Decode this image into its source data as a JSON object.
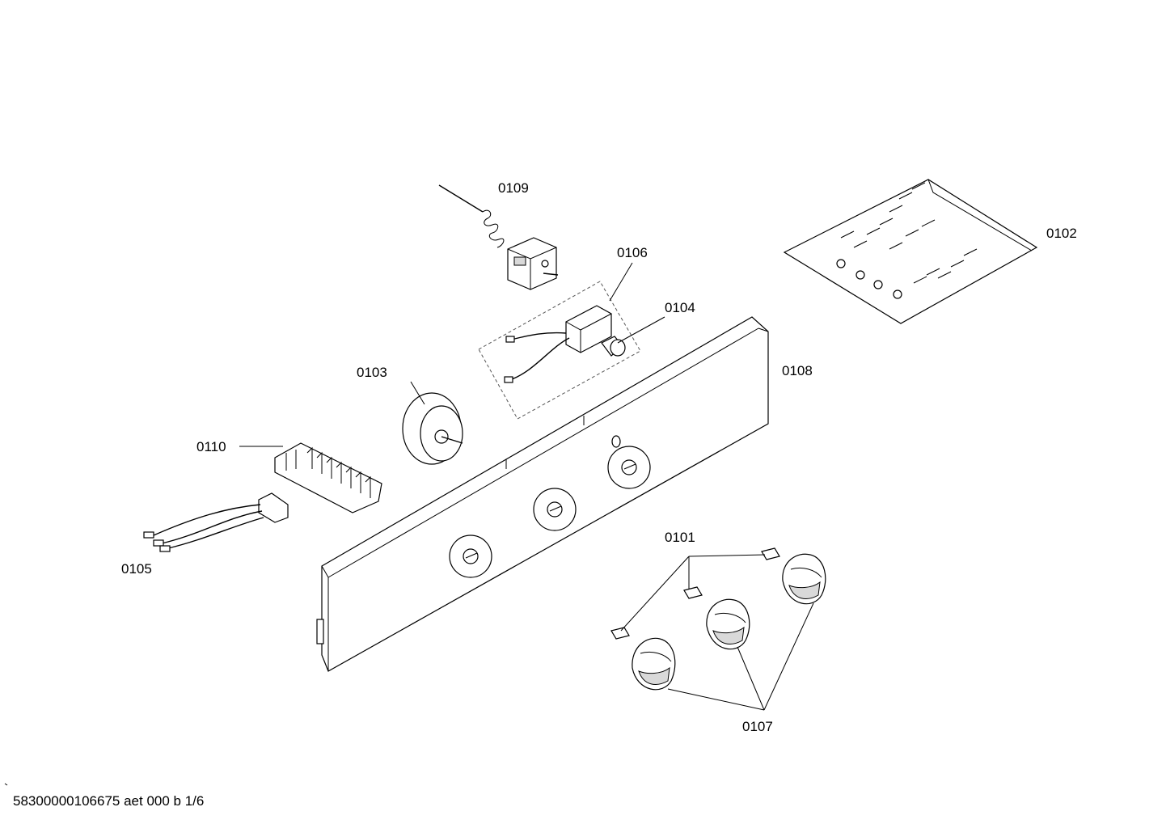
{
  "diagram": {
    "part_labels": {
      "p0101": "0101",
      "p0102": "0102",
      "p0103": "0103",
      "p0104": "0104",
      "p0105": "0105",
      "p0106": "0106",
      "p0107": "0107",
      "p0108": "0108",
      "p0109": "0109",
      "p0110": "0110"
    }
  },
  "footer": {
    "drawing_id": "58300000106675 aet 000 b 1/6"
  }
}
